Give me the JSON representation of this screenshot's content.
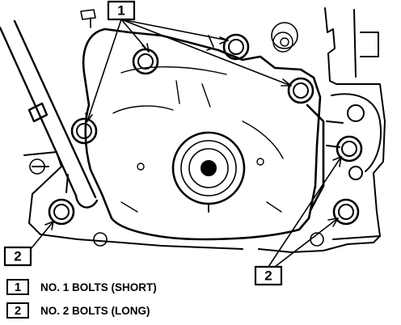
{
  "callouts": {
    "top": "1",
    "left": "2",
    "right": "2"
  },
  "legend": [
    {
      "key": "1",
      "text": "NO. 1 BOLTS (SHORT)"
    },
    {
      "key": "2",
      "text": "NO. 2 BOLTS (LONG)"
    }
  ],
  "colors": {
    "ink": "#000000",
    "paper": "#ffffff"
  }
}
